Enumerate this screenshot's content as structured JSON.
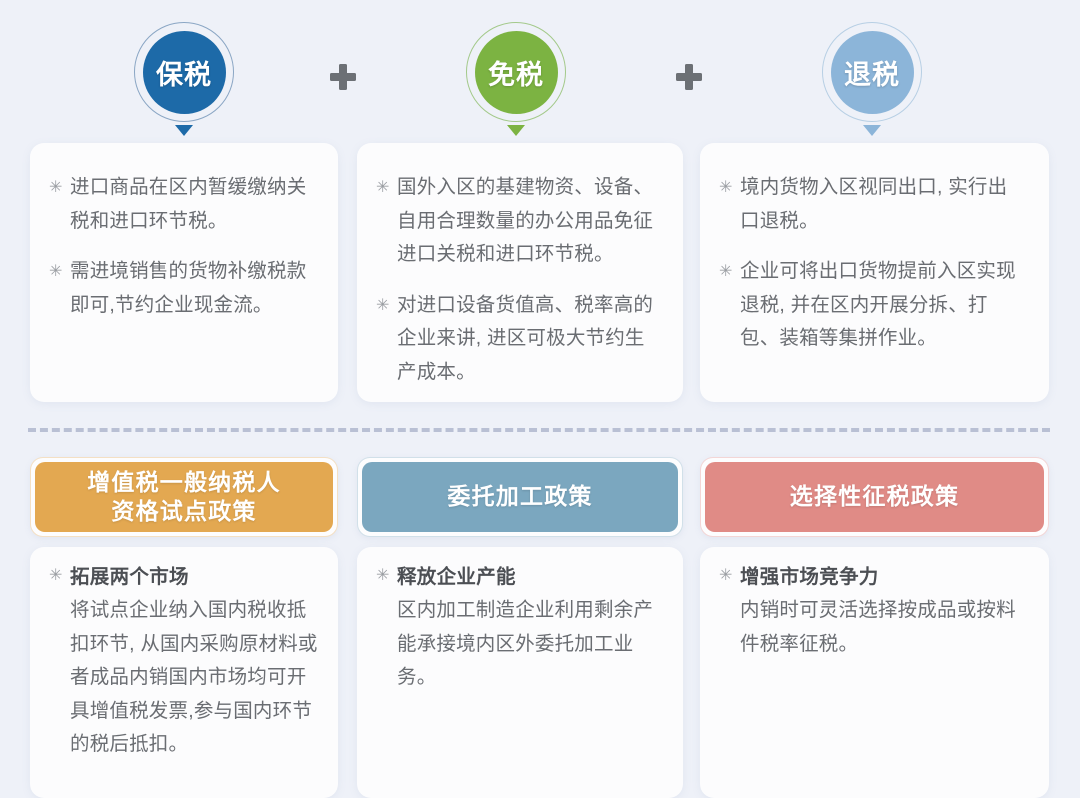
{
  "background_color": "#eef1f8",
  "top_section": {
    "badges": [
      {
        "label": "保税",
        "ring_color": "#8aa6c4",
        "core_color": "#1d6aa8",
        "arrow_color": "#1d6aa8"
      },
      {
        "label": "免税",
        "ring_color": "#a3c98a",
        "core_color": "#7cb342",
        "arrow_color": "#7cb342"
      },
      {
        "label": "退税",
        "ring_color": "#b7cfe4",
        "core_color": "#8cb5d9",
        "arrow_color": "#8cb5d9"
      }
    ],
    "connectors": [
      "+",
      "+"
    ],
    "connector_color": "#6c7075",
    "cards": [
      {
        "bullet_glyph": "✳",
        "items": [
          "进口商品在区内暂缓缴纳关税和进口环节税。",
          "需进境销售的货物补缴税款即可,节约企业现金流。"
        ]
      },
      {
        "bullet_glyph": "✳",
        "items": [
          "国外入区的基建物资、设备、自用合理数量的办公用品免征进口关税和进口环节税。",
          "对进口设备货值高、税率高的企业来讲, 进区可极大节约生产成本。"
        ]
      },
      {
        "bullet_glyph": "✳",
        "items": [
          "境内货物入区视同出口, 实行出口退税。",
          "企业可将出口货物提前入区实现退税, 并在区内开展分拆、打包、装箱等集拼作业。"
        ]
      }
    ]
  },
  "divider": {
    "style": "dashed",
    "color": "#b9c0d4"
  },
  "bottom_section": {
    "policies": [
      {
        "title": "增值税一般纳税人\n资格试点政策",
        "pill_color": "#e3a851",
        "bullet_glyph": "✳",
        "heading": "拓展两个市场",
        "body": "将试点企业纳入国内税收抵扣环节, 从国内采购原材料或者成品内销国内市场均可开具增值税发票,参与国内环节的税后抵扣。"
      },
      {
        "title": "委托加工政策",
        "pill_color": "#7ba7bf",
        "bullet_glyph": "✳",
        "heading": "释放企业产能",
        "body": "区内加工制造企业利用剩余产能承接境内区外委托加工业务。"
      },
      {
        "title": "选择性征税政策",
        "pill_color": "#e08b86",
        "bullet_glyph": "✳",
        "heading": "增强市场竞争力",
        "body": "内销时可灵活选择按成品或按料件税率征税。"
      }
    ]
  }
}
